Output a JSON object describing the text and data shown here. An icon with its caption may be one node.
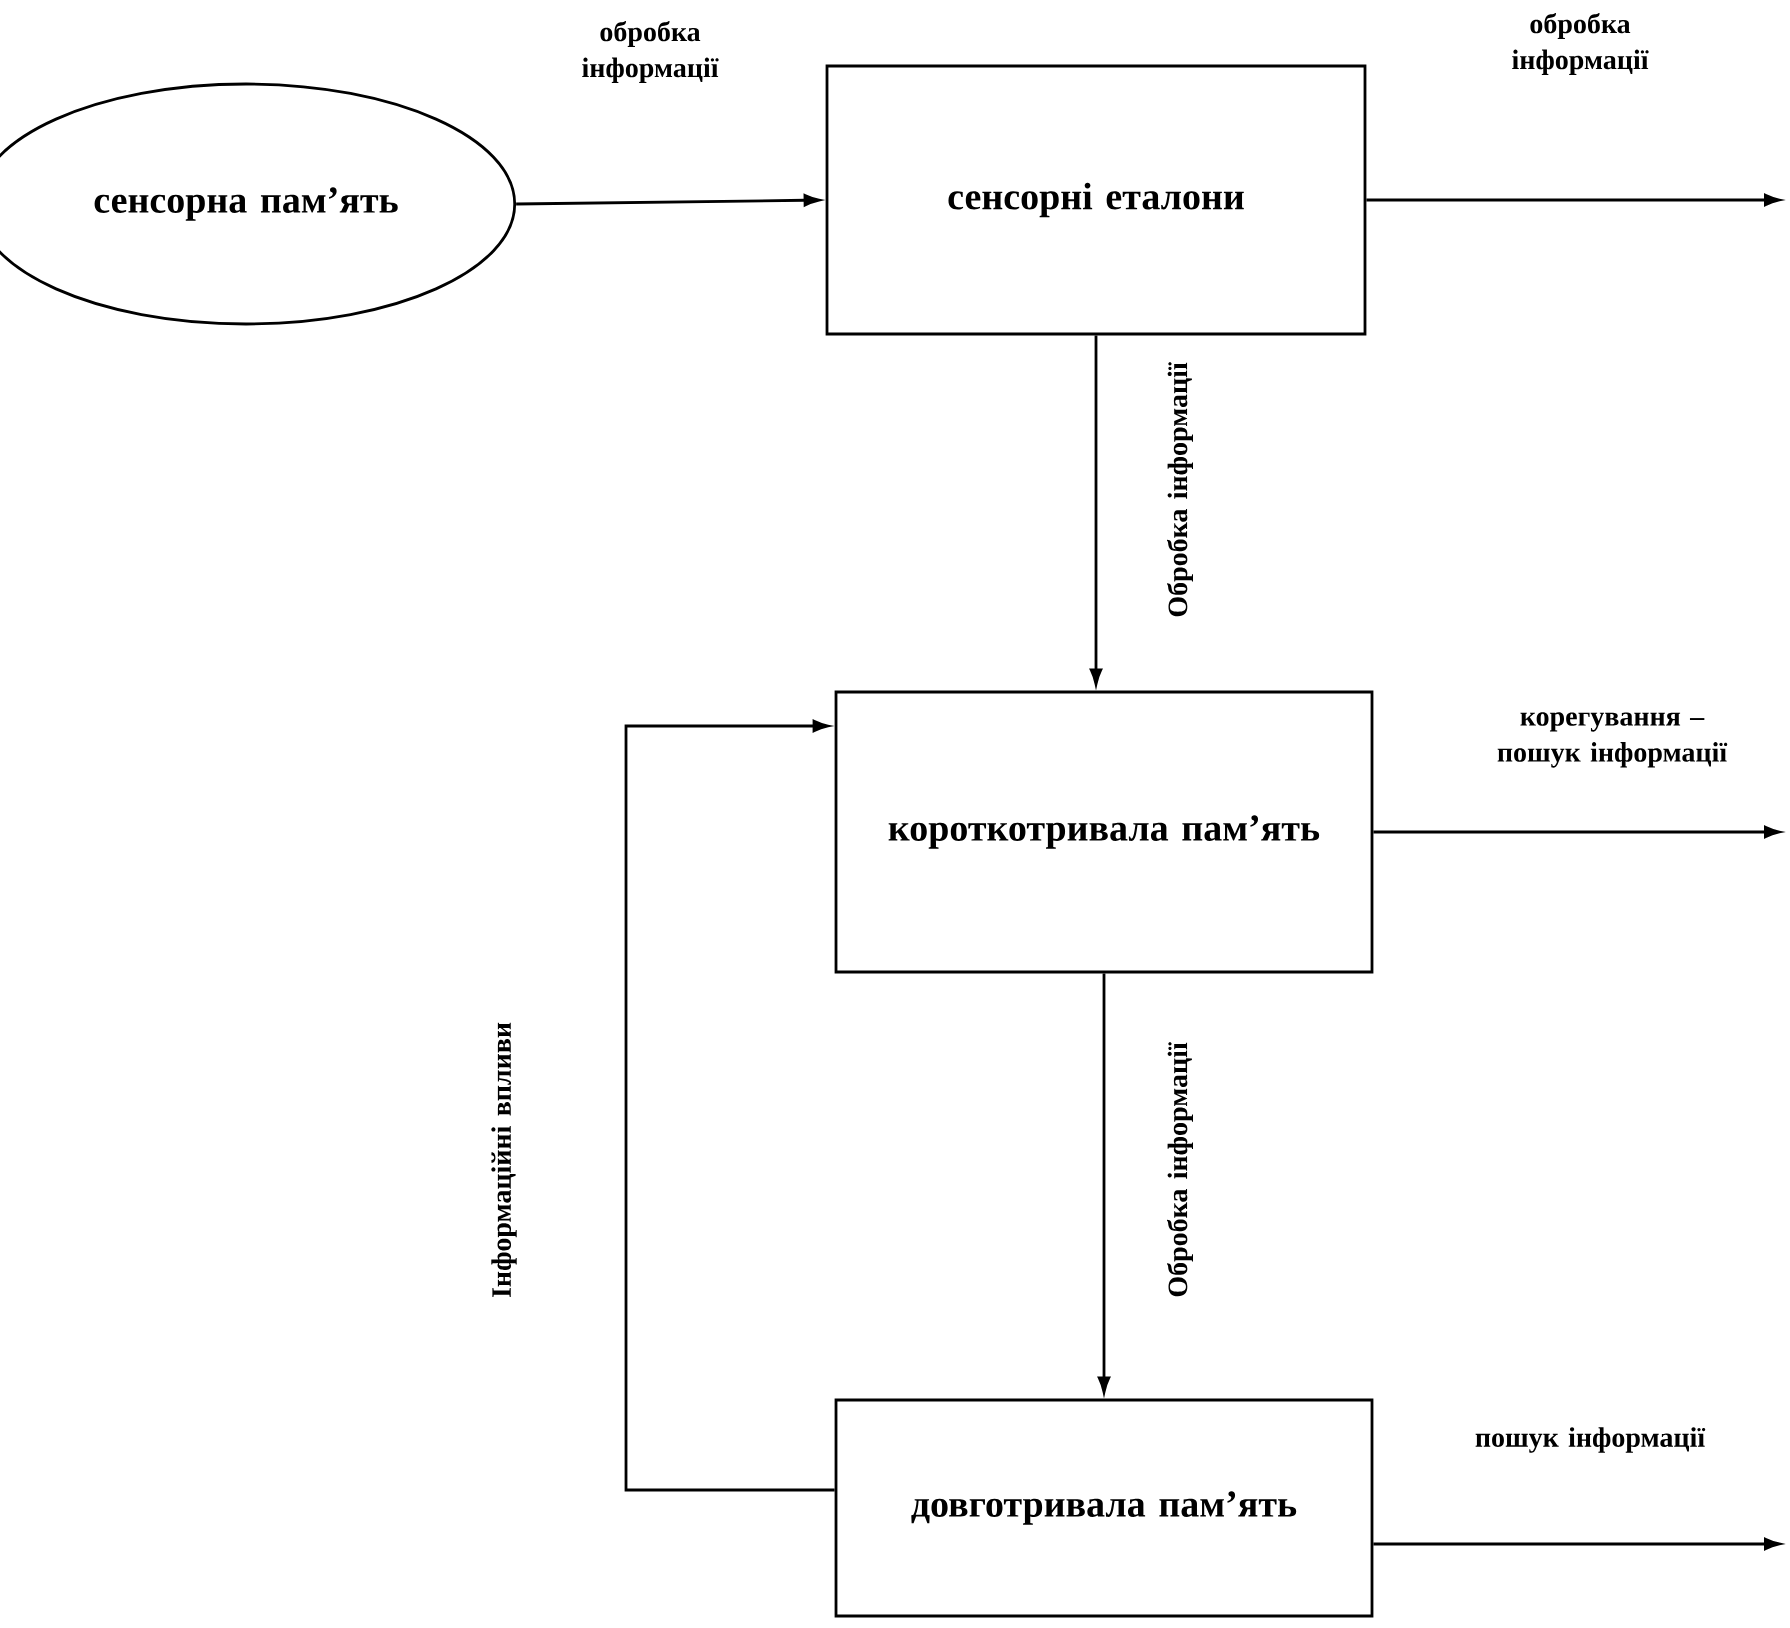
{
  "diagram": {
    "nodes": [
      {
        "text": [
          "сенсорна пам’ять"
        ]
      },
      {
        "text": [
          "сенсорні еталони"
        ]
      },
      {
        "text": [
          "короткотривала пам’ять"
        ]
      },
      {
        "text": [
          "довготривала пам’ять"
        ]
      }
    ],
    "edges": [
      {
        "from": 0,
        "to": 1,
        "arrow": "to",
        "label": "обробка інформації"
      },
      {
        "from": 1,
        "to": null,
        "arrow": "to",
        "label": "обробка інформації"
      },
      {
        "from": 1,
        "to": 2,
        "arrow": "to",
        "label": "Обробка інформації"
      },
      {
        "from": 2,
        "to": null,
        "arrow": "to",
        "label": "корегування – пошук інформації"
      },
      {
        "from": 2,
        "to": 3,
        "arrow": "to",
        "label": "Обробка інформації"
      },
      {
        "from": 3,
        "to": 2,
        "arrow": "to",
        "label": "Інформаційні впливи"
      },
      {
        "from": 3,
        "to": null,
        "arrow": "to",
        "label": "пошук інформації"
      }
    ]
  }
}
